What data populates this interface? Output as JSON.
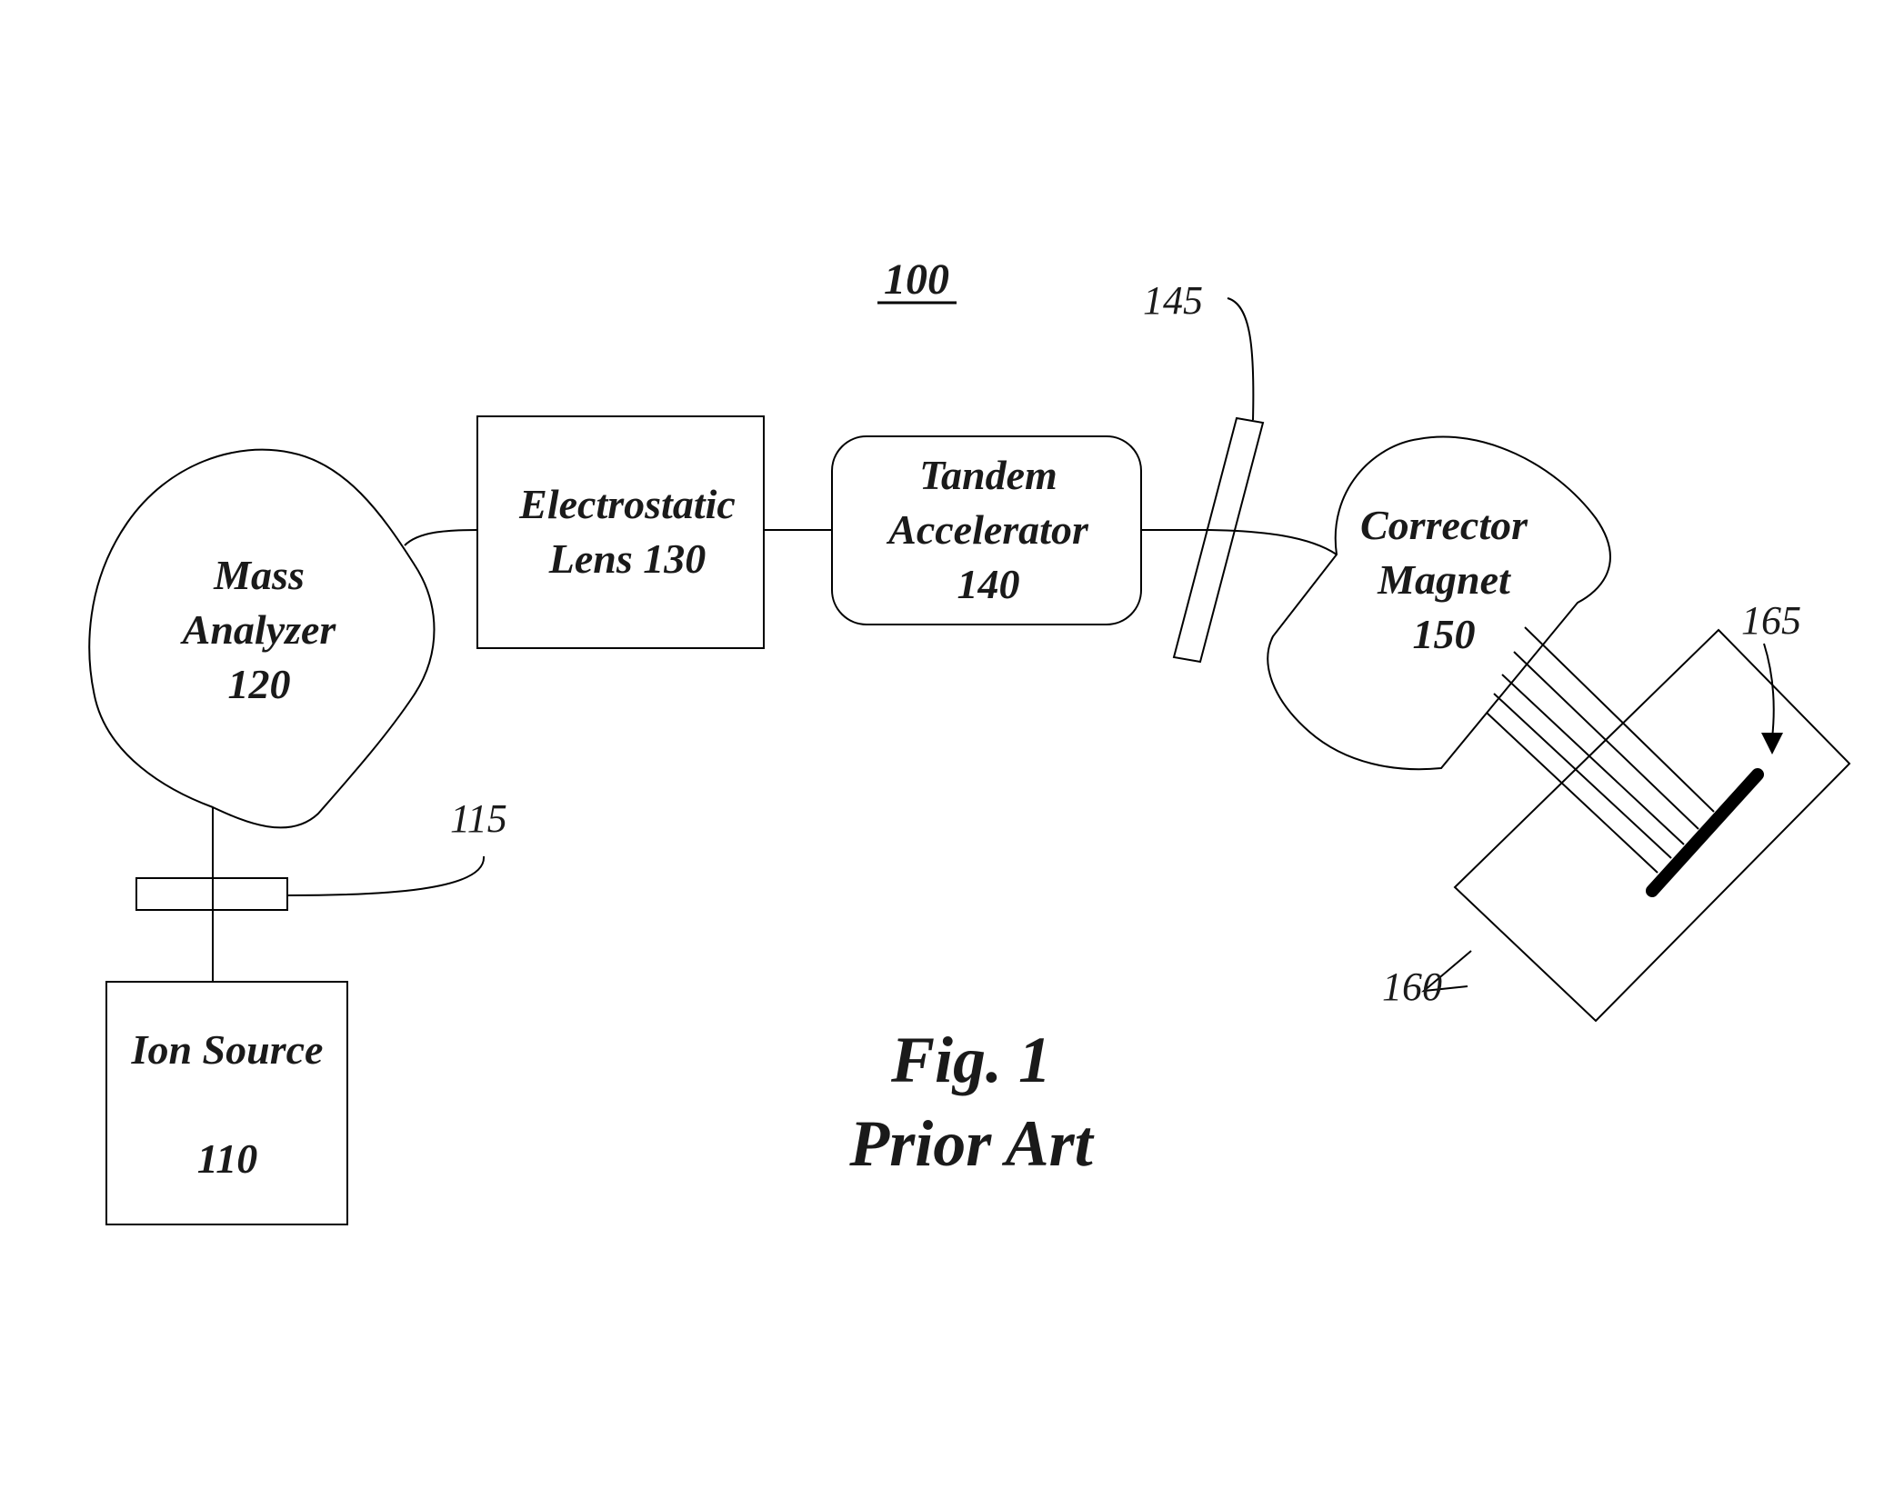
{
  "figure": {
    "number": "100",
    "caption_line1": "Fig. 1",
    "caption_line2": "Prior Art"
  },
  "components": {
    "ion_source": {
      "line1": "Ion Source",
      "line2": "110"
    },
    "mass_analyzer": {
      "line1": "Mass",
      "line2": "Analyzer",
      "line3": "120"
    },
    "electrostatic_lens": {
      "line1": "Electrostatic",
      "line2": "Lens 130"
    },
    "tandem_accelerator": {
      "line1": "Tandem",
      "line2": "Accelerator",
      "line3": "140"
    },
    "corrector_magnet": {
      "line1": "Corrector",
      "line2": "Magnet",
      "line3": "150"
    }
  },
  "reference_numerals": {
    "aperture_115": "115",
    "aperture_145": "145",
    "end_station_160": "160",
    "workpiece_165": "165"
  }
}
